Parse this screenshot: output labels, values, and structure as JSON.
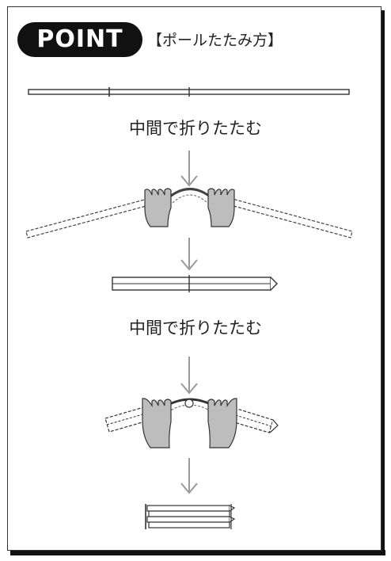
{
  "badge": {
    "label": "POINT"
  },
  "heading": {
    "text": "【ポールたたみ方】"
  },
  "steps": [
    {
      "label": "中間で折りたたむ"
    },
    {
      "label": "中間で折りたたむ"
    }
  ],
  "icons": [
    "pole-straight",
    "arrow-down-icon",
    "hands-fold-pole",
    "arrow-down-icon",
    "pole-folded-half",
    "arrow-down-icon",
    "hands-fold-pole",
    "arrow-down-icon",
    "pole-folded-quarter"
  ],
  "colors": {
    "frame": "#333333",
    "badge_bg": "#111111",
    "badge_text": "#ffffff",
    "arrow": "#999999",
    "hand_fill": "#bdbdbd"
  }
}
